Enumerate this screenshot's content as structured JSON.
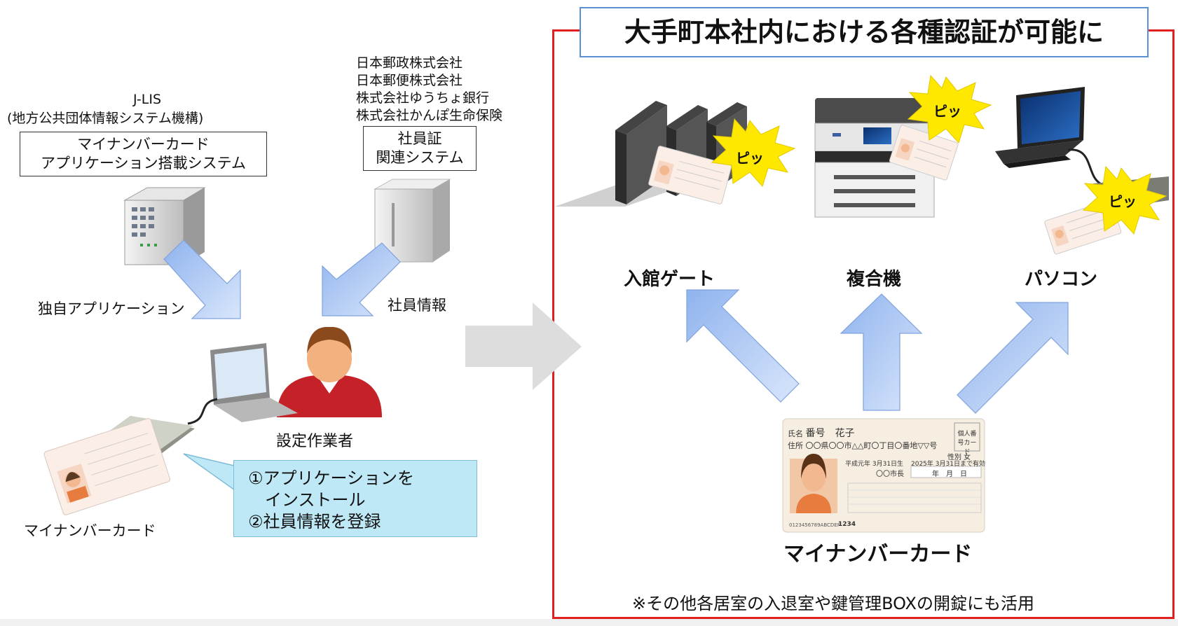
{
  "left": {
    "jlis_name": "J-LIS",
    "jlis_full": "(地方公共団体情報システム機構)",
    "jlis_box": [
      "マイナンバーカード",
      "アプリケーション搭載システム"
    ],
    "companies": [
      "日本郵政株式会社",
      "日本郵便株式会社",
      "株式会社ゆうちょ銀行",
      "株式会社かんぽ生命保険"
    ],
    "employee_box": [
      "社員証",
      "関連システム"
    ],
    "label_app": "独自アプリケーション",
    "label_employee_info": "社員情報",
    "operator_label": "設定作業者",
    "card_label": "マイナンバーカード",
    "callout_lines": [
      "①アプリケーションを",
      "　インストール",
      "②社員情報を登録"
    ]
  },
  "right": {
    "title": "大手町本社内における各種認証が可能に",
    "devices": [
      "入館ゲート",
      "複合機",
      "パソコン"
    ],
    "beep": "ピッ",
    "card_label": "マイナンバーカード",
    "footnote": "※その他各居室の入退室や鍵管理BOXの開錠にも活用"
  },
  "card": {
    "name_label": "氏名",
    "name": "番号　花子",
    "address_label": "住所",
    "address": "〇〇県〇〇市△△町〇丁目〇番地▽▽号",
    "sex": "性別 女",
    "birth": "平成元年 3月31日生",
    "expiry": "2025年 3月31日まで有効",
    "issuer": "〇〇市長",
    "number_badge": "個人番号カード",
    "date_row": "年　月　日",
    "serial": "0123456789ABCDEF",
    "pin": "1234"
  },
  "colors": {
    "frame_red": "#e02020",
    "title_border": "#5b8fd6",
    "callout_bg": "#bfe8f6",
    "arrow_blue": "#a9c6f3",
    "burst_yellow": "#ffe800"
  }
}
